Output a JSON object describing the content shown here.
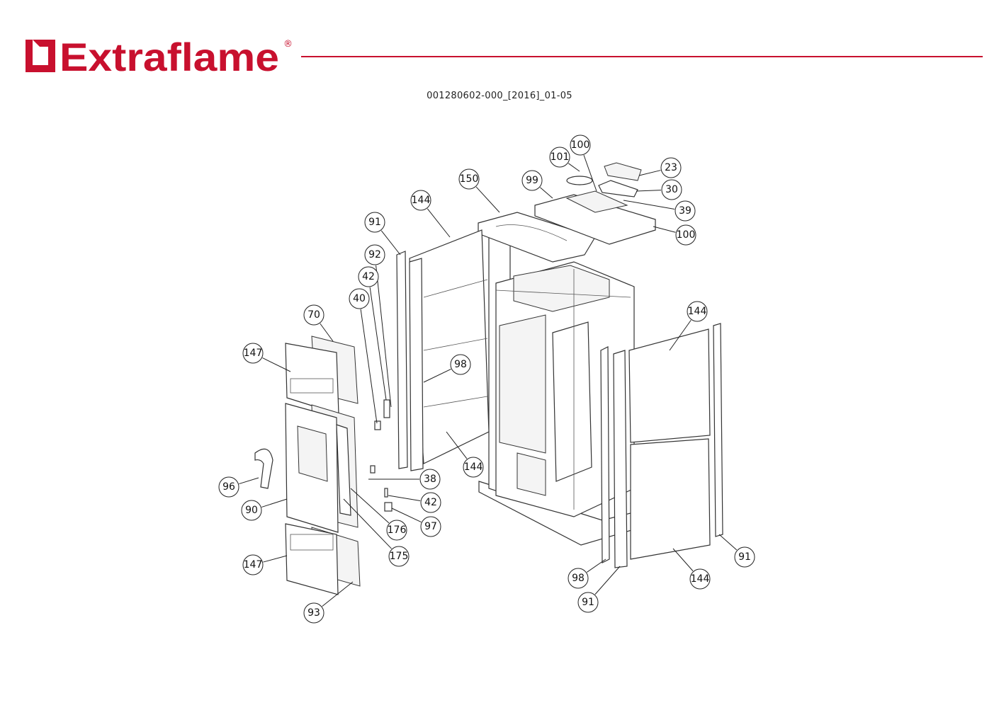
{
  "header": {
    "brand": "Extraflame",
    "registered_mark": "®",
    "brand_color": "#c8102e",
    "document_code": "001280602-000_[2016]_01-05"
  },
  "callouts": [
    "101",
    "100",
    "23",
    "30",
    "39",
    "100",
    "99",
    "150",
    "144",
    "91",
    "92",
    "42",
    "40",
    "70",
    "147",
    "98",
    "144",
    "144",
    "38",
    "96",
    "42",
    "90",
    "176",
    "97",
    "175",
    "147",
    "93",
    "98",
    "91",
    "144",
    "91"
  ]
}
